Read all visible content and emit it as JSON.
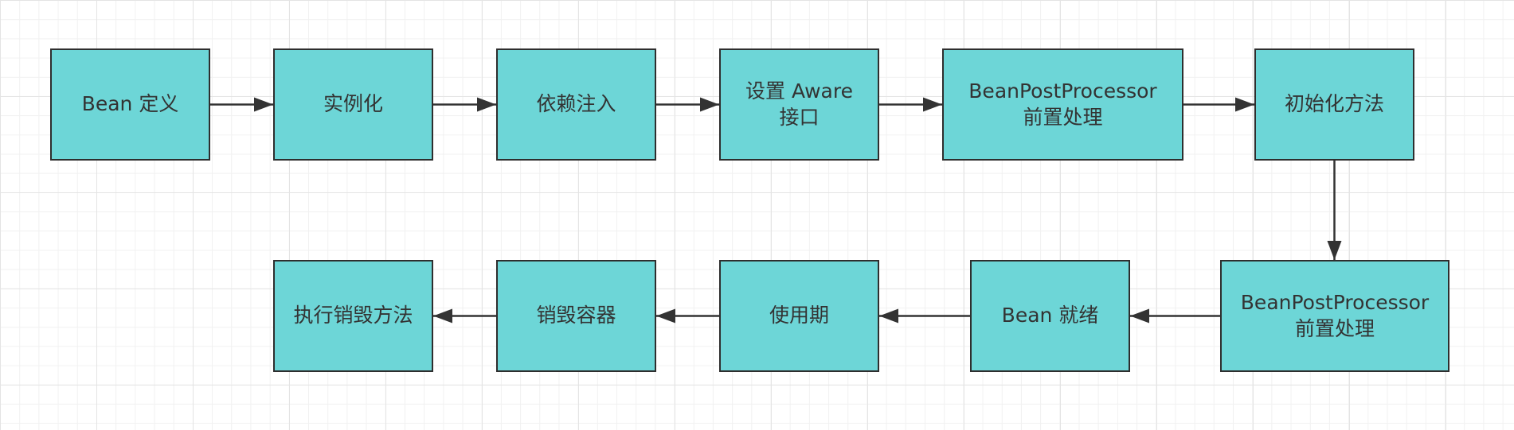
{
  "diagram": {
    "nodes": [
      {
        "id": "n1",
        "label": "Bean 定义"
      },
      {
        "id": "n2",
        "label": "实例化"
      },
      {
        "id": "n3",
        "label": "依赖注入"
      },
      {
        "id": "n4",
        "label": "设置 Aware\n接口"
      },
      {
        "id": "n5",
        "label": "BeanPostProcessor\n前置处理"
      },
      {
        "id": "n6",
        "label": "初始化方法"
      },
      {
        "id": "n7",
        "label": "BeanPostProcessor\n前置处理"
      },
      {
        "id": "n8",
        "label": "Bean 就绪"
      },
      {
        "id": "n9",
        "label": "使用期"
      },
      {
        "id": "n10",
        "label": "销毁容器"
      },
      {
        "id": "n11",
        "label": "执行销毁方法"
      }
    ],
    "edges": [
      {
        "from": "n1",
        "to": "n2"
      },
      {
        "from": "n2",
        "to": "n3"
      },
      {
        "from": "n3",
        "to": "n4"
      },
      {
        "from": "n4",
        "to": "n5"
      },
      {
        "from": "n5",
        "to": "n6"
      },
      {
        "from": "n6",
        "to": "n7"
      },
      {
        "from": "n7",
        "to": "n8"
      },
      {
        "from": "n8",
        "to": "n9"
      },
      {
        "from": "n9",
        "to": "n10"
      },
      {
        "from": "n10",
        "to": "n11"
      }
    ],
    "colors": {
      "node_fill": "#6dd6d7",
      "node_border": "#2e2e2e",
      "text": "#333333",
      "arrow": "#333333",
      "grid": "#e4e4e4"
    }
  }
}
